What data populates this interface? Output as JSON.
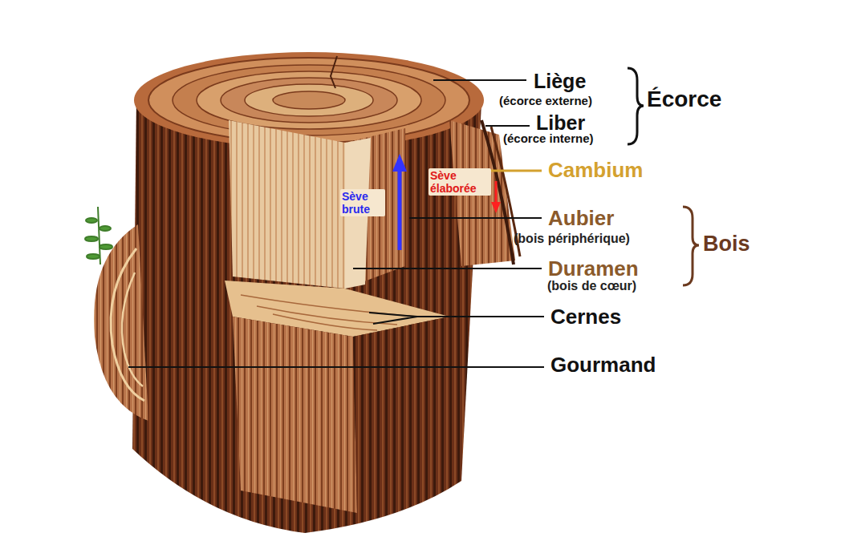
{
  "diagram": {
    "labels": [
      "Liège",
      "(écorce externe)",
      "Liber",
      "(écorce interne)",
      "Écorce",
      "Cambium",
      "Sève brute",
      "Sève élaborée",
      "Aubier",
      "(bois périphérique)",
      "Bois",
      "Duramen",
      "(bois de cœur)",
      "Cernes",
      "Gourmand"
    ]
  }
}
